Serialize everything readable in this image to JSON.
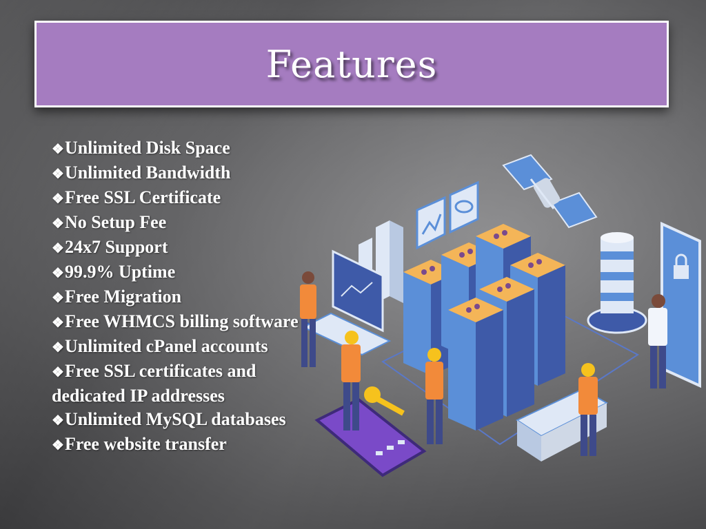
{
  "slide": {
    "title": "Features",
    "bullet_glyph": "❖",
    "features": [
      "Unlimited Disk Space",
      "Unlimited Bandwidth",
      "Free SSL Certificate",
      "No Setup Fee",
      "24x7 Support",
      "99.9% Uptime",
      "Free Migration",
      "Free WHMCS billing software",
      "Unlimited cPanel accounts",
      "Free SSL certificates and dedicated IP addresses",
      "Unlimited MySQL databases",
      "Free website transfer"
    ]
  },
  "colors": {
    "title_bar": "#a57cc0",
    "server_top": "#f4b558",
    "server_body": "#5b8fd8",
    "worker_shirt": "#f28a3a",
    "helmet": "#f6c21d",
    "panel": "#dfe8f6"
  },
  "illustration": {
    "icons": [
      "satellite-icon",
      "chart-card-icon",
      "cloud-card-icon",
      "lock-phone-icon",
      "database-cylinder-icon",
      "key-icon",
      "smartphone-icon",
      "laptop-icon"
    ]
  }
}
